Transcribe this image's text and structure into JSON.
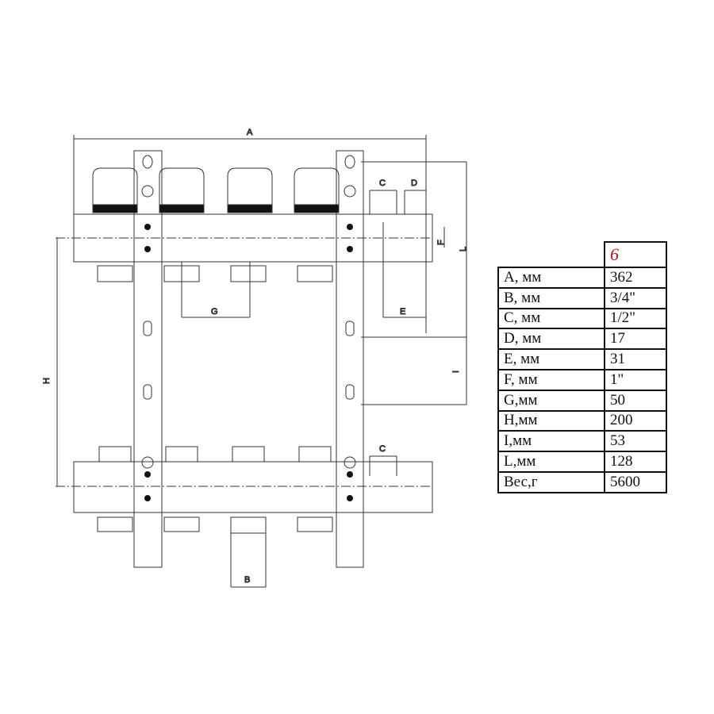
{
  "diagram": {
    "dimension_labels": {
      "A": "A",
      "B": "B",
      "C_top": "C",
      "C_bottom": "C",
      "D": "D",
      "E": "E",
      "F": "F",
      "G": "G",
      "H": "H",
      "I": "I",
      "L": "L"
    }
  },
  "spec_table": {
    "column_header": "6",
    "rows": [
      {
        "label": "A, мм",
        "value": "362"
      },
      {
        "label": "B, мм",
        "value": "3/4\""
      },
      {
        "label": "C, мм",
        "value": "1/2\""
      },
      {
        "label": "D, мм",
        "value": "17"
      },
      {
        "label": "E, мм",
        "value": "31"
      },
      {
        "label": "F, мм",
        "value": "1\""
      },
      {
        "label": "G,мм",
        "value": "50"
      },
      {
        "label": "H,мм",
        "value": "200"
      },
      {
        "label": "I,мм",
        "value": "53"
      },
      {
        "label": "L,мм",
        "value": "128"
      },
      {
        "label": "Вес,г",
        "value": "5600"
      }
    ],
    "header_color": "#b01818"
  }
}
